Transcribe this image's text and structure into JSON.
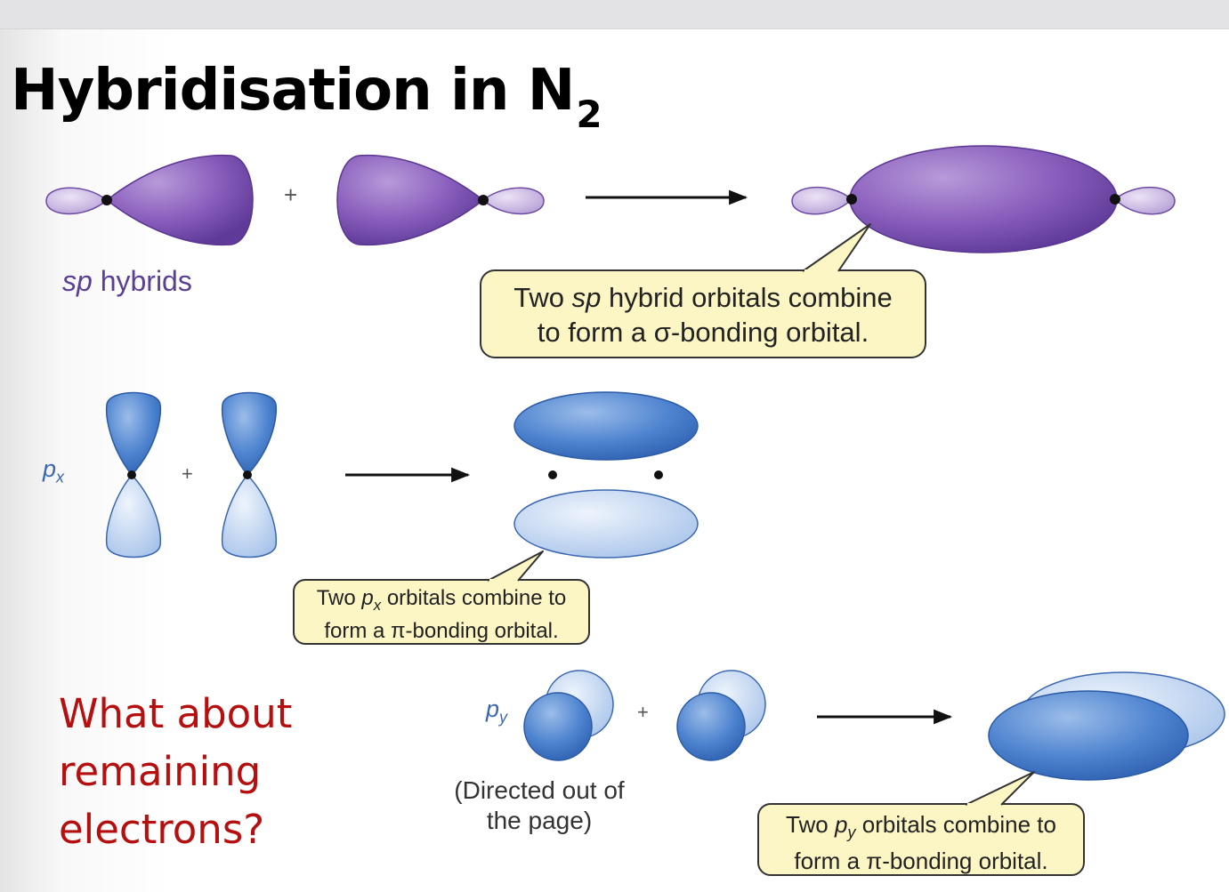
{
  "slide": {
    "title_main": "Hybridisation in N",
    "title_subscript": "2"
  },
  "sigma_row": {
    "label_italic": "sp",
    "label_rest": " hybrids",
    "plus": "+",
    "callout_line1_pre": "Two ",
    "callout_line1_italic": "sp",
    "callout_line1_post": " hybrid orbitals combine",
    "callout_line2": "to form a σ-bonding orbital."
  },
  "px_row": {
    "label": "p",
    "label_sub": "x",
    "plus": "+",
    "callout_line1_pre": "Two ",
    "callout_line1_italic": "p",
    "callout_line1_sub": "x",
    "callout_line1_post": " orbitals combine to",
    "callout_line2": "form a π-bonding orbital."
  },
  "py_row": {
    "label": "p",
    "label_sub": "y",
    "plus": "+",
    "note_line1": "(Directed out of",
    "note_line2": "the page)",
    "callout_line1_pre": "Two ",
    "callout_line1_italic": "p",
    "callout_line1_sub": "y",
    "callout_line1_post": " orbitals combine to",
    "callout_line2": "form a π-bonding orbital."
  },
  "question": {
    "line1": "What about",
    "line2": "remaining",
    "line3": "electrons?"
  },
  "colors": {
    "hybrid_purple": "#7a52b0",
    "hybrid_light": "#c9b6e2",
    "p_blue": "#3c74c6",
    "p_light": "#c3d7f1",
    "callout_fill": "#fcf6c4",
    "question_red": "#b50f0f"
  }
}
